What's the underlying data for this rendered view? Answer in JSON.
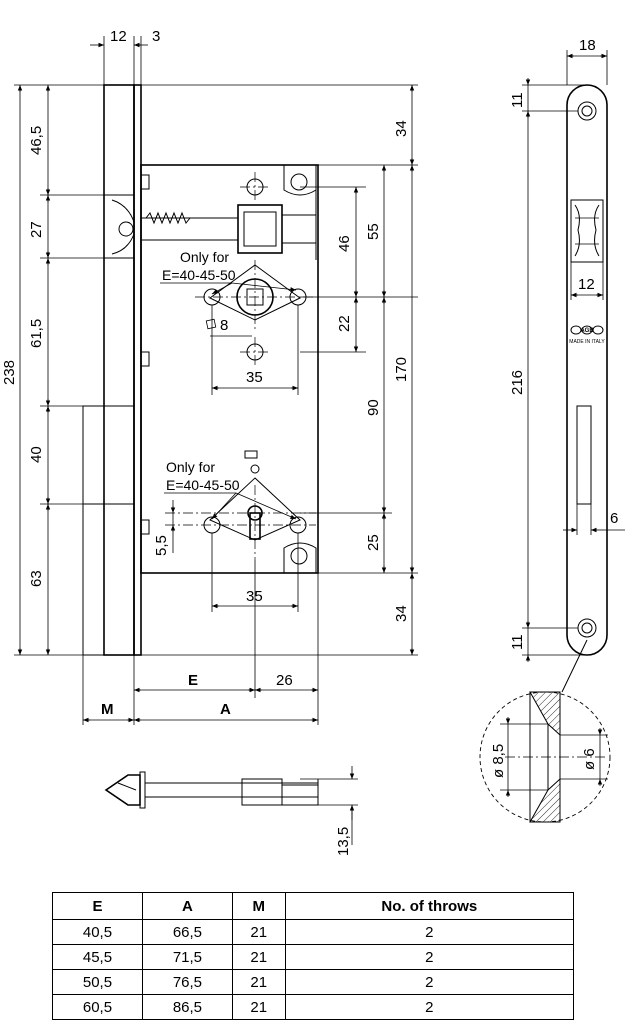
{
  "drawing": {
    "side": {
      "top_dims": [
        "12",
        "3"
      ],
      "left_dims": [
        "46,5",
        "27",
        "61,5",
        "40",
        "63"
      ],
      "total_height": "238",
      "right_dims": [
        "34",
        "55",
        "46",
        "22",
        "90",
        "170",
        "25",
        "34"
      ],
      "bottom_dims": {
        "E": "E",
        "A": "A",
        "M": "M",
        "d26": "26"
      },
      "handle_note": [
        "Only for",
        "E=40-45-50"
      ],
      "square": "8",
      "handle_spacing": "35",
      "key_note": [
        "Only for",
        "E=40-45-50"
      ],
      "key_offset": "5,5",
      "key_spacing": "35"
    },
    "latch": {
      "dim": "13,5"
    },
    "faceplate": {
      "width": "18",
      "top_hole": "11",
      "bottom_hole": "11",
      "length": "216",
      "latch_width": "12",
      "bolt_width": "6",
      "brand_text": "AGB",
      "made_in": "MADE IN ITALY"
    },
    "detail": {
      "outer": "ø 8,5",
      "inner": "ø 6"
    }
  },
  "table": {
    "headers": [
      "E",
      "A",
      "M",
      "No. of throws"
    ],
    "rows": [
      [
        "40,5",
        "66,5",
        "21",
        "2"
      ],
      [
        "45,5",
        "71,5",
        "21",
        "2"
      ],
      [
        "50,5",
        "76,5",
        "21",
        "2"
      ],
      [
        "60,5",
        "86,5",
        "21",
        "2"
      ]
    ]
  }
}
